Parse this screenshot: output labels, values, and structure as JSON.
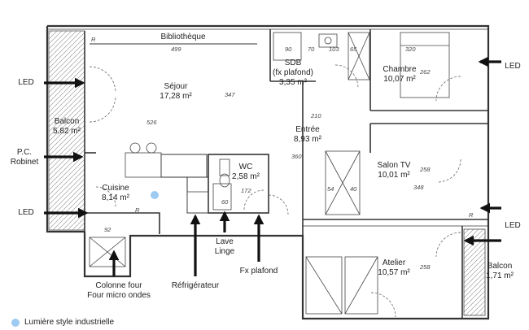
{
  "rooms": {
    "bibliotheque": "Bibliothèque",
    "sejour_name": "Séjour",
    "sejour_area": "17,28 m²",
    "sdb_name": "SDB",
    "sdb_note": "(fx plafond)",
    "sdb_area": "3,35 m²",
    "chambre_name": "Chambre",
    "chambre_area": "10,07 m²",
    "entree_name": "Entrée",
    "entree_area": "8,93 m²",
    "balcon1_name": "Balcon",
    "balcon1_area": "5,82 m²",
    "wc_name": "WC",
    "wc_area": "2,58 m²",
    "salontv_name": "Salon TV",
    "salontv_area": "10,01 m²",
    "cuisine_name": "Cuisine",
    "cuisine_area": "8,14 m²",
    "atelier_name": "Atelier",
    "atelier_area": "10,57 m²",
    "balcon2_name": "Balcon",
    "balcon2_area": "1,71 m²"
  },
  "callouts": {
    "led_1": "LED",
    "led_2": "LED",
    "led_3": "LED",
    "led_4": "LED",
    "pc_line1": "P.C.",
    "pc_line2": "Robinet",
    "lave_line1": "Lave",
    "lave_line2": "Linge",
    "frigo": "Réfrigérateur",
    "fx_plafond": "Fx plafond",
    "colonne_line1": "Colonne four",
    "colonne_line2": "Four micro ondes"
  },
  "dimensions": {
    "d499": "499",
    "d347": "347",
    "d526": "526",
    "d90": "90",
    "d70": "70",
    "d103": "103",
    "d65": "65",
    "d320": "320",
    "d262": "262",
    "d210": "210",
    "d360": "360",
    "d172": "172",
    "d258a": "258",
    "d348": "348",
    "d54": "54",
    "d40": "40",
    "d258b": "258",
    "d92": "92",
    "d60": "60",
    "dR1": "R",
    "dR2": "R",
    "dR3": "R"
  },
  "legend": {
    "label": "Lumière style industrielle",
    "color": "#9ecbf2"
  }
}
